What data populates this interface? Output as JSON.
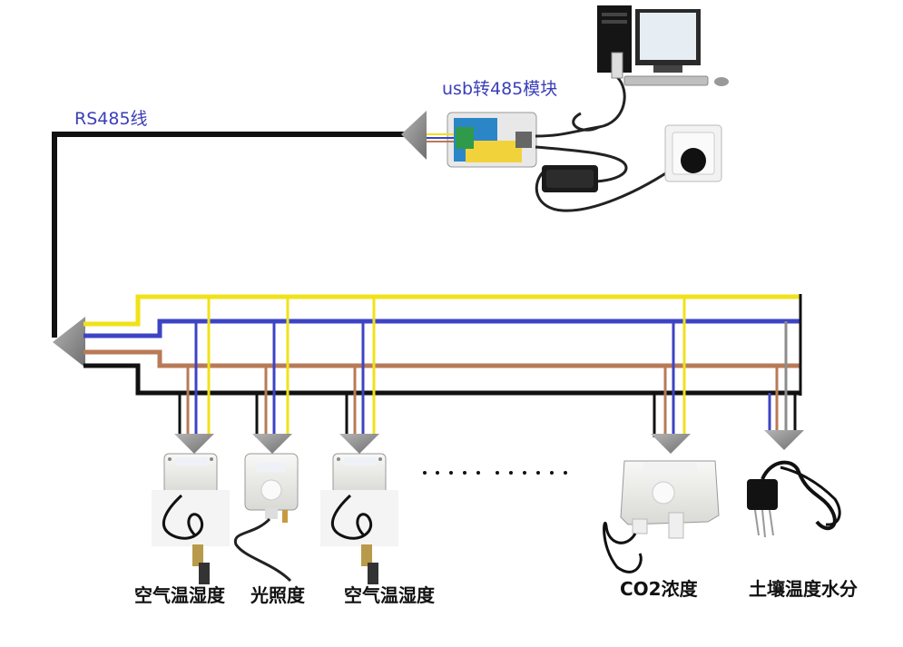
{
  "labels": {
    "rs485_line": "RS485线",
    "usb_module": "usb转485模块"
  },
  "sensors": [
    {
      "label": "空气温湿度"
    },
    {
      "label": "光照度"
    },
    {
      "label": "空气温湿度"
    },
    {
      "label": "CO2浓度"
    },
    {
      "label": "土壤温度水分"
    }
  ],
  "wire_colors": {
    "yellow": "#f0e21a",
    "blue": "#3d44c4",
    "brown": "#b97a57",
    "black": "#111111",
    "gray": "#8c8c8c"
  }
}
